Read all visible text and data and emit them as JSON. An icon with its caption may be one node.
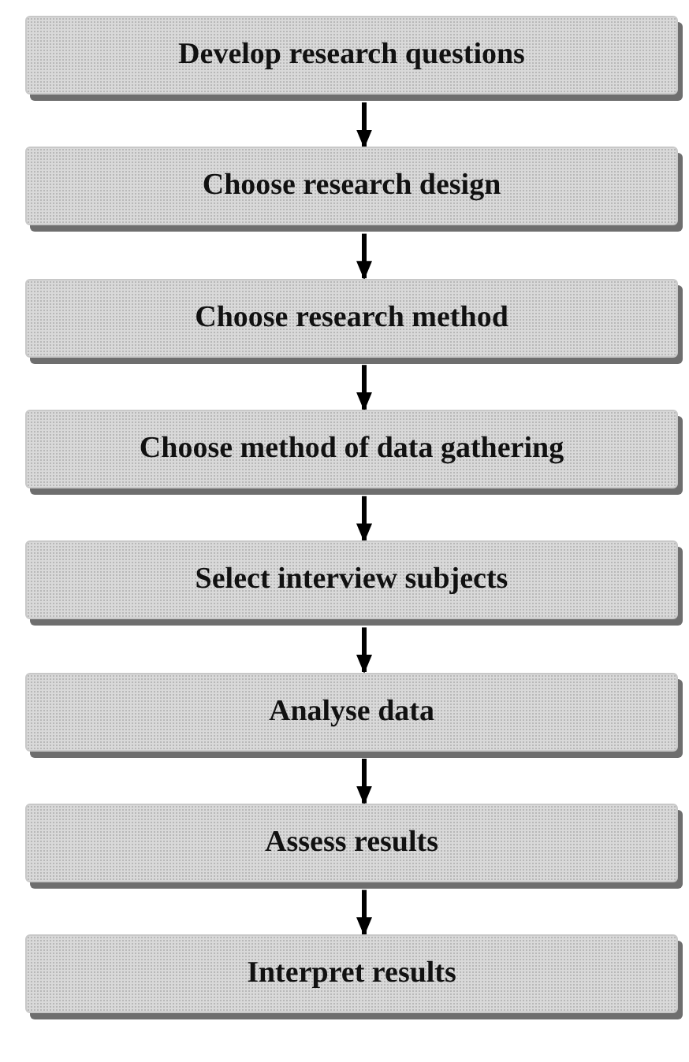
{
  "diagram": {
    "nodes": [
      {
        "text": [
          "Develop research questions"
        ]
      },
      {
        "text": [
          "Choose research design"
        ]
      },
      {
        "text": [
          "Choose research method"
        ]
      },
      {
        "text": [
          "Choose method of data gathering"
        ]
      },
      {
        "text": [
          "Select interview subjects"
        ]
      },
      {
        "text": [
          "Analyse data"
        ]
      },
      {
        "text": [
          "Assess results"
        ]
      },
      {
        "text": [
          "Interpret results"
        ]
      }
    ],
    "edges": [
      {
        "from": 0,
        "to": 1,
        "arrow": "to"
      },
      {
        "from": 1,
        "to": 2,
        "arrow": "to"
      },
      {
        "from": 2,
        "to": 3,
        "arrow": "to"
      },
      {
        "from": 3,
        "to": 4,
        "arrow": "to"
      },
      {
        "from": 4,
        "to": 5,
        "arrow": "to"
      },
      {
        "from": 5,
        "to": 6,
        "arrow": "to"
      },
      {
        "from": 6,
        "to": 7,
        "arrow": "to"
      }
    ]
  }
}
